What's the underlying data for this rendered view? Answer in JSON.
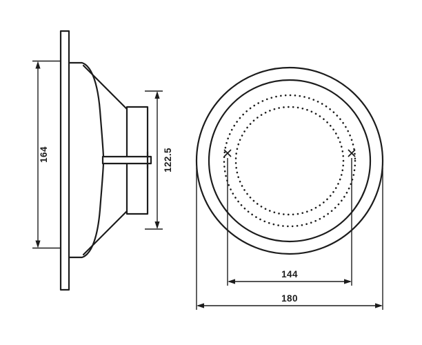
{
  "diagram": {
    "colors": {
      "line": "#1c1c1c",
      "background": "#ffffff"
    },
    "side_view": {
      "height_dim": "164",
      "depth_dim": "122.5"
    },
    "front_view": {
      "hole_spacing_dim": "144",
      "diameter_dim": "180",
      "hole_marker_style": "x-cross"
    }
  }
}
